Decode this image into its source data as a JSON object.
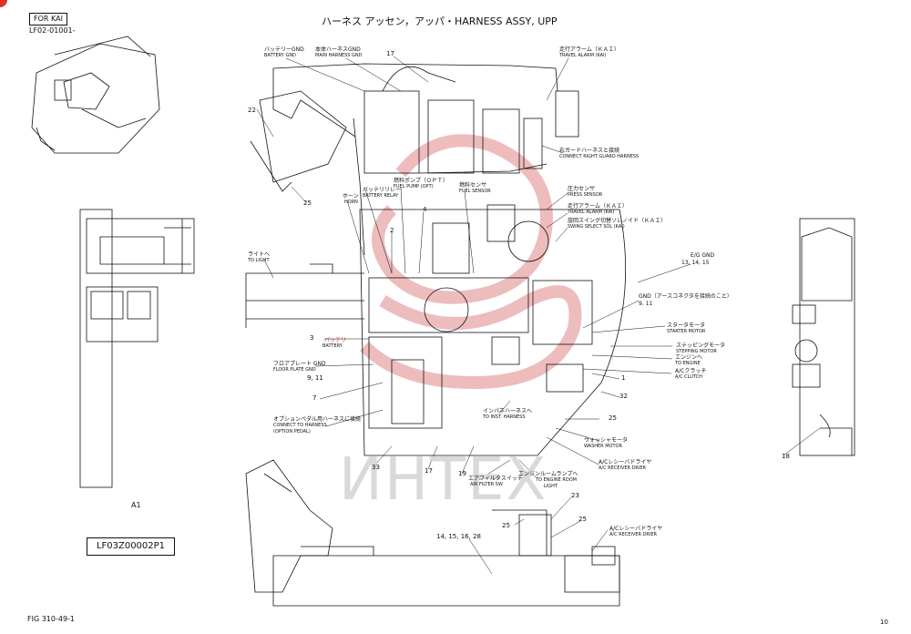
{
  "header": {
    "for_kai": "FOR KAI",
    "doc_code": "LF02-01001-",
    "title": "ハーネス アッセン，アッパ・HARNESS ASSY, UPP"
  },
  "callout_a1": "A1",
  "part_number": "LF03Z00002P1",
  "footer": {
    "fig": "FIG 310-49-1",
    "page": "10"
  },
  "watermark": "ИНТЕХ",
  "colors": {
    "ink": "#111111",
    "watermark": "#d9d9d9",
    "watermark_logo": "#e8a6a6",
    "marker": "#e0302a"
  },
  "labels": {
    "battery_gnd_jp": "バッテリーGND",
    "battery_gnd_en": "BATTERY GND",
    "main_harness_jp": "本体ハーネスGND",
    "main_harness_en": "MAIN HARNESS GND",
    "travel_alarm_jp": "走行アラーム（ＫＡＩ）",
    "travel_alarm_en": "TRAVEL ALARM (KAI)",
    "right_guard_jp": "右ガードハーネスと接続",
    "right_guard_en": "CONNECT RIGHT GUARD HARNESS",
    "fuel_pump_jp": "燃料ポンプ（ＯＰＴ）",
    "fuel_pump_en": "FUEL PUMP (OPT)",
    "fuel_sensor_jp": "燃料センサ",
    "fuel_sensor_en": "FUEL SENSOR",
    "battery_relay_jp": "バッテリリレー",
    "battery_relay_en": "BATTERY RELAY",
    "horn_jp": "ホーン",
    "horn_en": "HORN",
    "press_sensor_jp": "圧力センサ",
    "press_sensor_en": "PRESS SENSOR",
    "travel_alarm2_jp": "走行アラーム（ＫＡＩ）",
    "travel_alarm2_en": "TRAVEL ALARM (KAI)",
    "swing_select_jp": "旋回スイング切替ソレノイド（ＫＡＩ）",
    "swing_select_en": "SWING SELECT SOL (KAI)",
    "to_light_jp": "ライトへ",
    "to_light_en": "TO LIGHT",
    "eg_gnd": "E/G GND",
    "eg_gnd_nums": "13, 14, 15",
    "gnd_note": "GND（アースコネクタを接続のこと）",
    "gnd_nums": "9, 11",
    "starter_jp": "スタータモータ",
    "starter_en": "STARTER MOTOR",
    "stepping_jp": "ステッピングモータ",
    "stepping_en": "STEPPING MOTOR",
    "to_engine_jp": "エンジンへ",
    "to_engine_en": "TO ENGINE",
    "ac_clutch_jp": "A/Cクラッチ",
    "ac_clutch_en": "A/C CLUTCH",
    "battery_jp": "バッテリ",
    "battery_en": "BATTERY",
    "floor_gnd_jp": "フロアプレート GND",
    "floor_gnd_en": "FLOOR PLATE GND",
    "floor_nums": "9, 11",
    "option_pedal_jp": "オプションペダル用ハーネスに接続",
    "option_pedal_en1": "CONNECT TO HARNESS",
    "option_pedal_en2": "(OPTION PEDAL)",
    "inst_harness_jp": "インパネハーネスへ",
    "inst_harness_en": "TO INST. HARNESS",
    "washer_jp": "ウォッシャモータ",
    "washer_en": "WASHER MOTOR",
    "ac_drier_jp": "A/Cレシーバドライヤ",
    "ac_drier_en": "A/C RECEIVER DRIER",
    "engine_light_jp": "エンジンルームランプへ",
    "engine_light_en1": "TO ENGINE ROOM",
    "engine_light_en2": "LIGHT",
    "air_filter_jp": "エアフィルタスイッチ",
    "air_filter_en": "AIR FILTER SW",
    "ac_drier2_jp": "A/Cレシーバドライヤ",
    "ac_drier2_en": "A/C RECEIVER DRIER",
    "nums_14_28": "14, 15, 16, 28"
  },
  "callouts": [
    "17",
    "22",
    "25",
    "2",
    "4",
    "3",
    "7",
    "33",
    "19",
    "17",
    "1",
    "32",
    "25",
    "18",
    "23",
    "25",
    "25"
  ]
}
